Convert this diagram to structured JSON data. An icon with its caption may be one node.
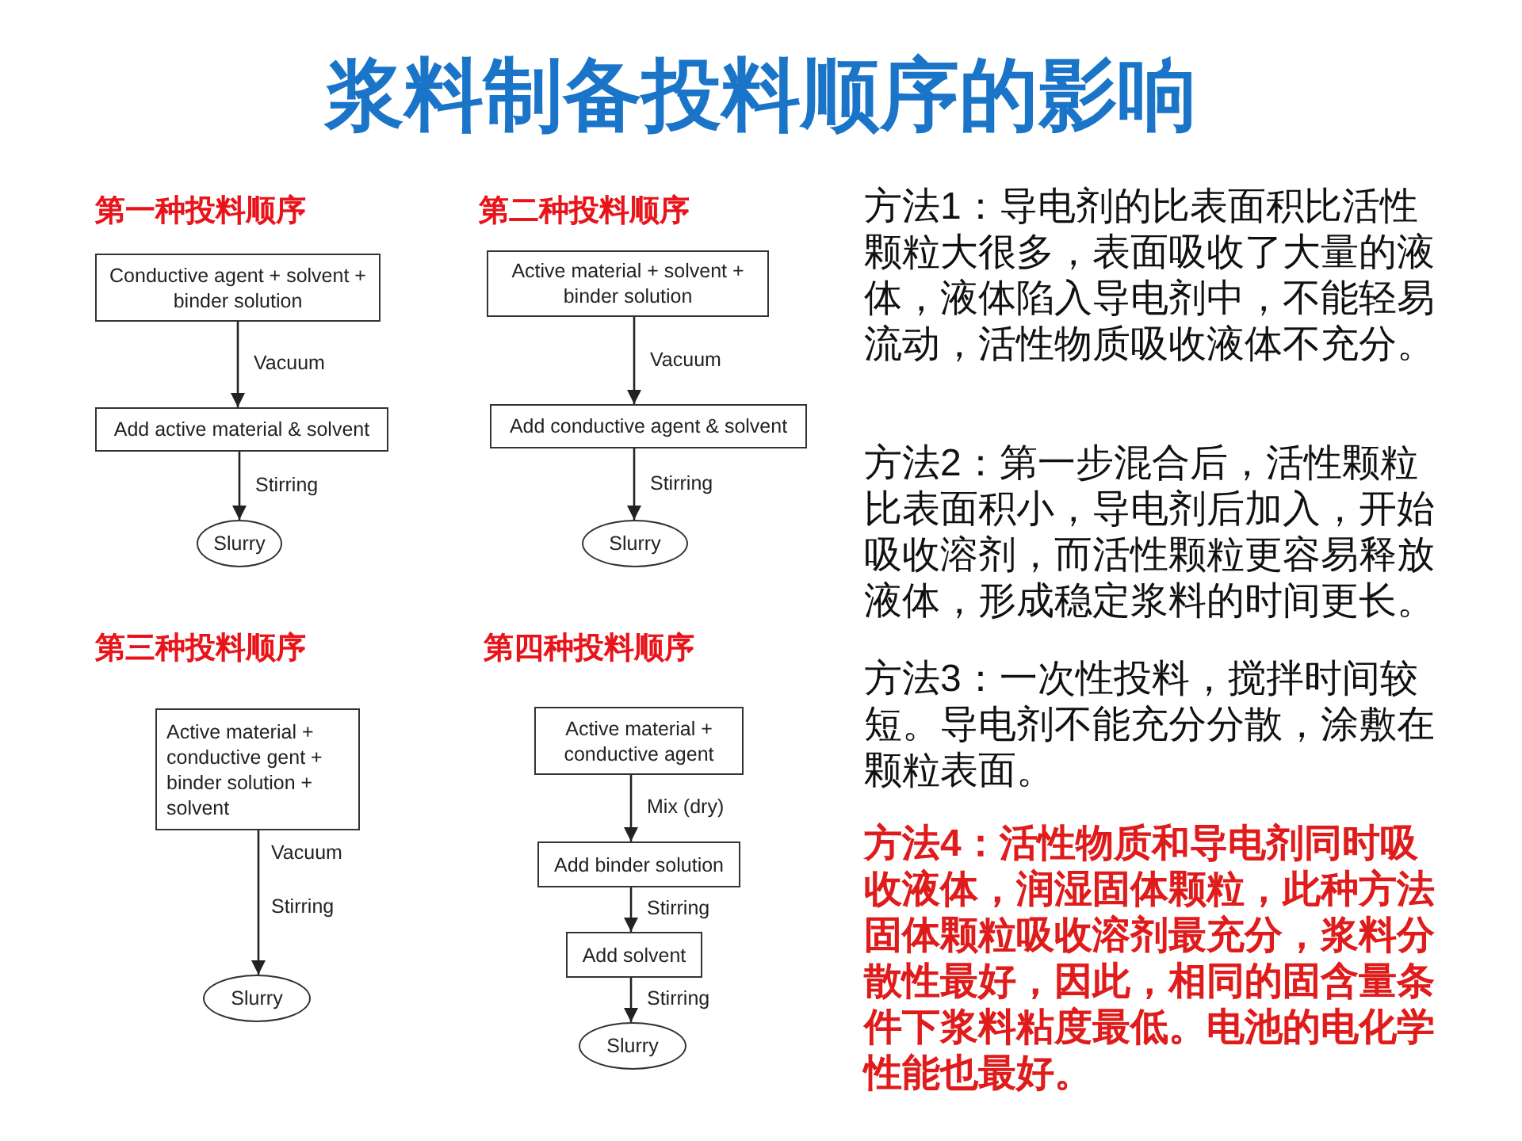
{
  "diagram": {
    "title": "浆料制备投料顺序的影响",
    "nodes": [
      {
        "text": [
          "Conductive agent + solvent + binder solution"
        ]
      },
      {
        "text": [
          "Add active material & solvent"
        ]
      },
      {
        "text": [
          "Slurry"
        ]
      },
      {
        "text": [
          "Active material + solvent + binder solution"
        ]
      },
      {
        "text": [
          "Add conductive agent & solvent"
        ]
      },
      {
        "text": [
          "Slurry"
        ]
      },
      {
        "text": [
          "Active material + conductive gent + binder solution + solvent"
        ]
      },
      {
        "text": [
          "Slurry"
        ]
      },
      {
        "text": [
          "Active material + conductive agent"
        ]
      },
      {
        "text": [
          "Add binder solution"
        ]
      },
      {
        "text": [
          "Add solvent"
        ]
      },
      {
        "text": [
          "Slurry"
        ]
      }
    ],
    "edges": [
      {
        "from": 0,
        "to": 1,
        "arrow": "to",
        "label": "Vacuum"
      },
      {
        "from": 1,
        "to": 2,
        "arrow": "to",
        "label": "Stirring"
      },
      {
        "from": 3,
        "to": 4,
        "arrow": "to",
        "label": "Vacuum"
      },
      {
        "from": 4,
        "to": 5,
        "arrow": "to",
        "label": "Stirring"
      },
      {
        "from": 6,
        "to": 7,
        "arrow": "to",
        "label": "Vacuum"
      },
      {
        "from": 8,
        "to": 9,
        "arrow": "to",
        "label": "Mix (dry)"
      },
      {
        "from": 9,
        "to": 10,
        "arrow": "to",
        "label": "Stirring"
      },
      {
        "from": 10,
        "to": 11,
        "arrow": "to",
        "label": "Stirring"
      }
    ],
    "labels": [
      "第一种投料顺序",
      "第二种投料顺序",
      "方法1：导电剂的比表面积比活性颗粒大很多，表面吸收了大量的液体，液体陷入导电剂中，不能轻易流动，活性物质吸收液体不充分。",
      "方法2：第一步混合后，活性颗粒比表面积小，导电剂后加入，开始吸收溶剂，而活性颗粒更容易释放液体，形成稳定浆料的时间更长。",
      "第三种投料顺序",
      "第四种投料顺序",
      "Stirring",
      "方法3：一次性投料，搅拌时间较短。导电剂不能充分分散，涂敷在颗粒表面。",
      "方法4：活性物质和导电剂同时吸收液体，润湿固体颗粒，此种方法固体颗粒吸收溶剂最充分，浆料分散性最好，因此，相同的固含量条件下浆料粘度最低。电池的电化学性能也最好。"
    ]
  }
}
